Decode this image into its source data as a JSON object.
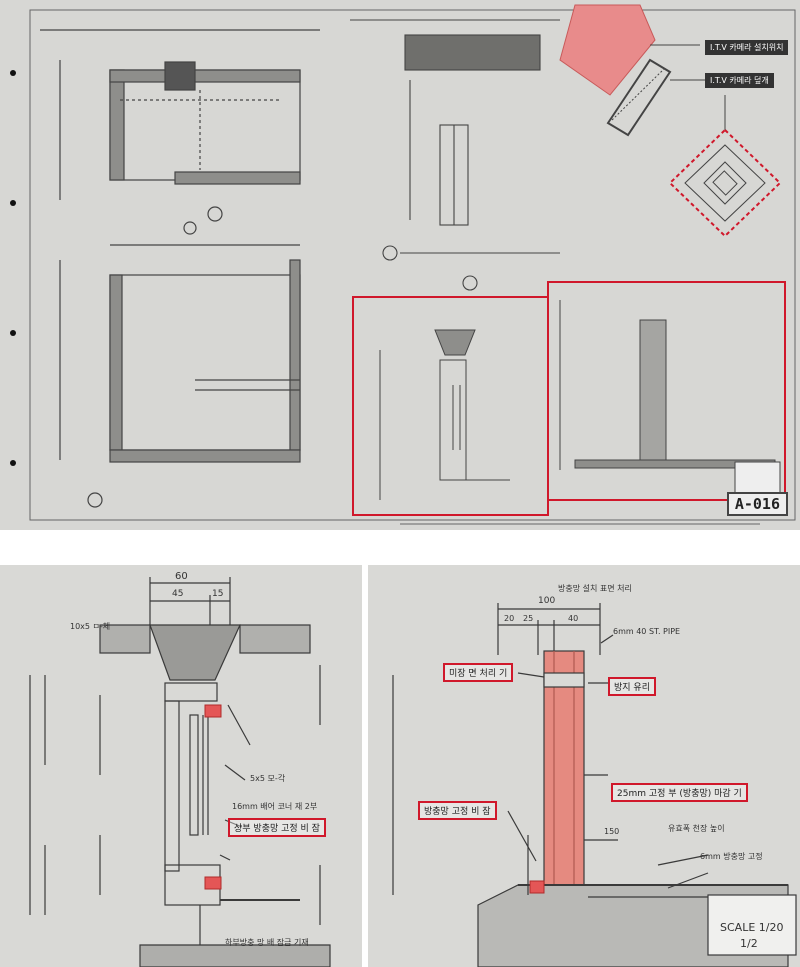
{
  "sheet": {
    "number": "A-016",
    "camera_location_label": "I.T.V 카메라 설치위치",
    "camera_detail_label": "I.T.V 카메라 덮개"
  },
  "detail_a": {
    "top_dims": [
      "60",
      "45",
      "15"
    ],
    "callouts": [
      "상부 방충망 고정 비 잠"
    ],
    "notes": [
      "10x5 ㅁ-체",
      "5x5 모-각",
      "16mm 배어 코너 재 2부"
    ],
    "bottom_note": "하부방충 망 배 잠금 기재"
  },
  "detail_b": {
    "title_note": "방충망 설치 표면 처리",
    "top_dims": [
      "100",
      "20",
      "25",
      "40"
    ],
    "callouts": [
      "미장 면 처리 기",
      "방지 유리",
      "25mm 고정 부 (방충망) 마감 기",
      "방충망 고정 비 잠"
    ],
    "notes": [
      "6mm 40 ST. PIPE",
      "150",
      "유효폭 천장 높이",
      "6mm 방충망 고정"
    ],
    "scale_labels": [
      "SCALE 1/20",
      "1/2"
    ]
  },
  "colors": {
    "highlight": "#d0182b",
    "camera_fill": "#e88b8b"
  }
}
